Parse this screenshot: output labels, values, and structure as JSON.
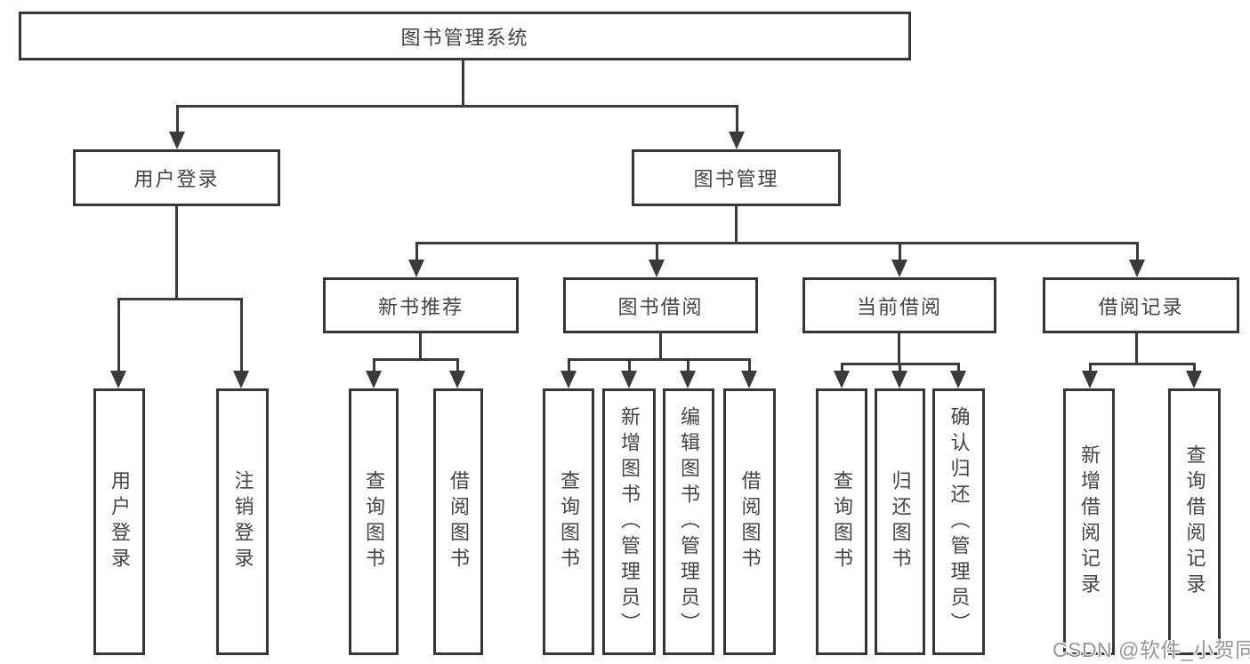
{
  "diagram": {
    "root": {
      "label": "图书管理系统"
    },
    "branches": [
      {
        "label": "用户登录",
        "children": [
          {
            "label": "用户登录"
          },
          {
            "label": "注销登录"
          }
        ]
      },
      {
        "label": "图书管理",
        "children": [
          {
            "label": "新书推荐",
            "children": [
              {
                "label": "查询图书"
              },
              {
                "label": "借阅图书"
              }
            ]
          },
          {
            "label": "图书借阅",
            "children": [
              {
                "label": "查询图书"
              },
              {
                "label": "新增图书（管理员）"
              },
              {
                "label": "编辑图书（管理员）"
              },
              {
                "label": "借阅图书"
              }
            ]
          },
          {
            "label": "当前借阅",
            "children": [
              {
                "label": "查询图书"
              },
              {
                "label": "归还图书"
              },
              {
                "label": "确认归还（管理员）"
              }
            ]
          },
          {
            "label": "借阅记录",
            "children": [
              {
                "label": "新增借阅记录"
              },
              {
                "label": "查询借阅记录"
              }
            ]
          }
        ]
      }
    ]
  },
  "watermark": {
    "text": "CSDN @软件_小贺同学"
  },
  "colors": {
    "line": "#3a3a3a",
    "border": "#363636",
    "text": "#454545",
    "watermark_text": "#979797",
    "background": "#ffffff"
  }
}
